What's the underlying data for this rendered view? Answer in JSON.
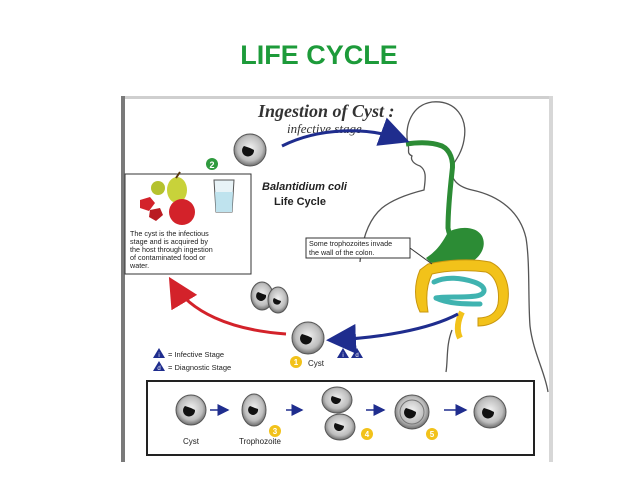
{
  "title": "LIFE CYCLE",
  "diagram": {
    "ingestion_title": "Ingestion of Cyst :",
    "infective_stage": "infective stage",
    "species_name": "Balantidium coli",
    "cycle_label": "Life Cycle",
    "cyst_info": "The cyst is the infectious stage and is acquired by the host through ingestion of contaminated food or water.",
    "cyst_info_lines": [
      "The cyst is the infectious",
      "stage and is acquired by",
      "the host through ingestion",
      "of contaminated food or",
      "water."
    ],
    "invasion_note_lines": [
      "Some trophozoites invade",
      "the wall of the colon."
    ],
    "legend": {
      "infective": "= Infective Stage",
      "diagnostic": "= Diagnostic Stage",
      "infective_letter": "i",
      "diagnostic_letter": "d"
    },
    "step_numbers": {
      "step2": "2",
      "step1": "1",
      "step3": "3",
      "step4": "4",
      "step5": "5"
    },
    "cyst_label": "Cyst",
    "strip": {
      "cyst_label": "Cyst",
      "trophozoite_label": "Trophozoite"
    }
  },
  "colors": {
    "title": "#1d9b3a",
    "red_arrow": "#d3222a",
    "blue_arrow": "#1f2d8e",
    "green_arrow": "#2f9a3e",
    "digestive_green": "#2c8c35",
    "intestine_yellow": "#f2c21a",
    "intestine_cyan": "#3fb3b0",
    "step_badge": "#f2c21a"
  }
}
